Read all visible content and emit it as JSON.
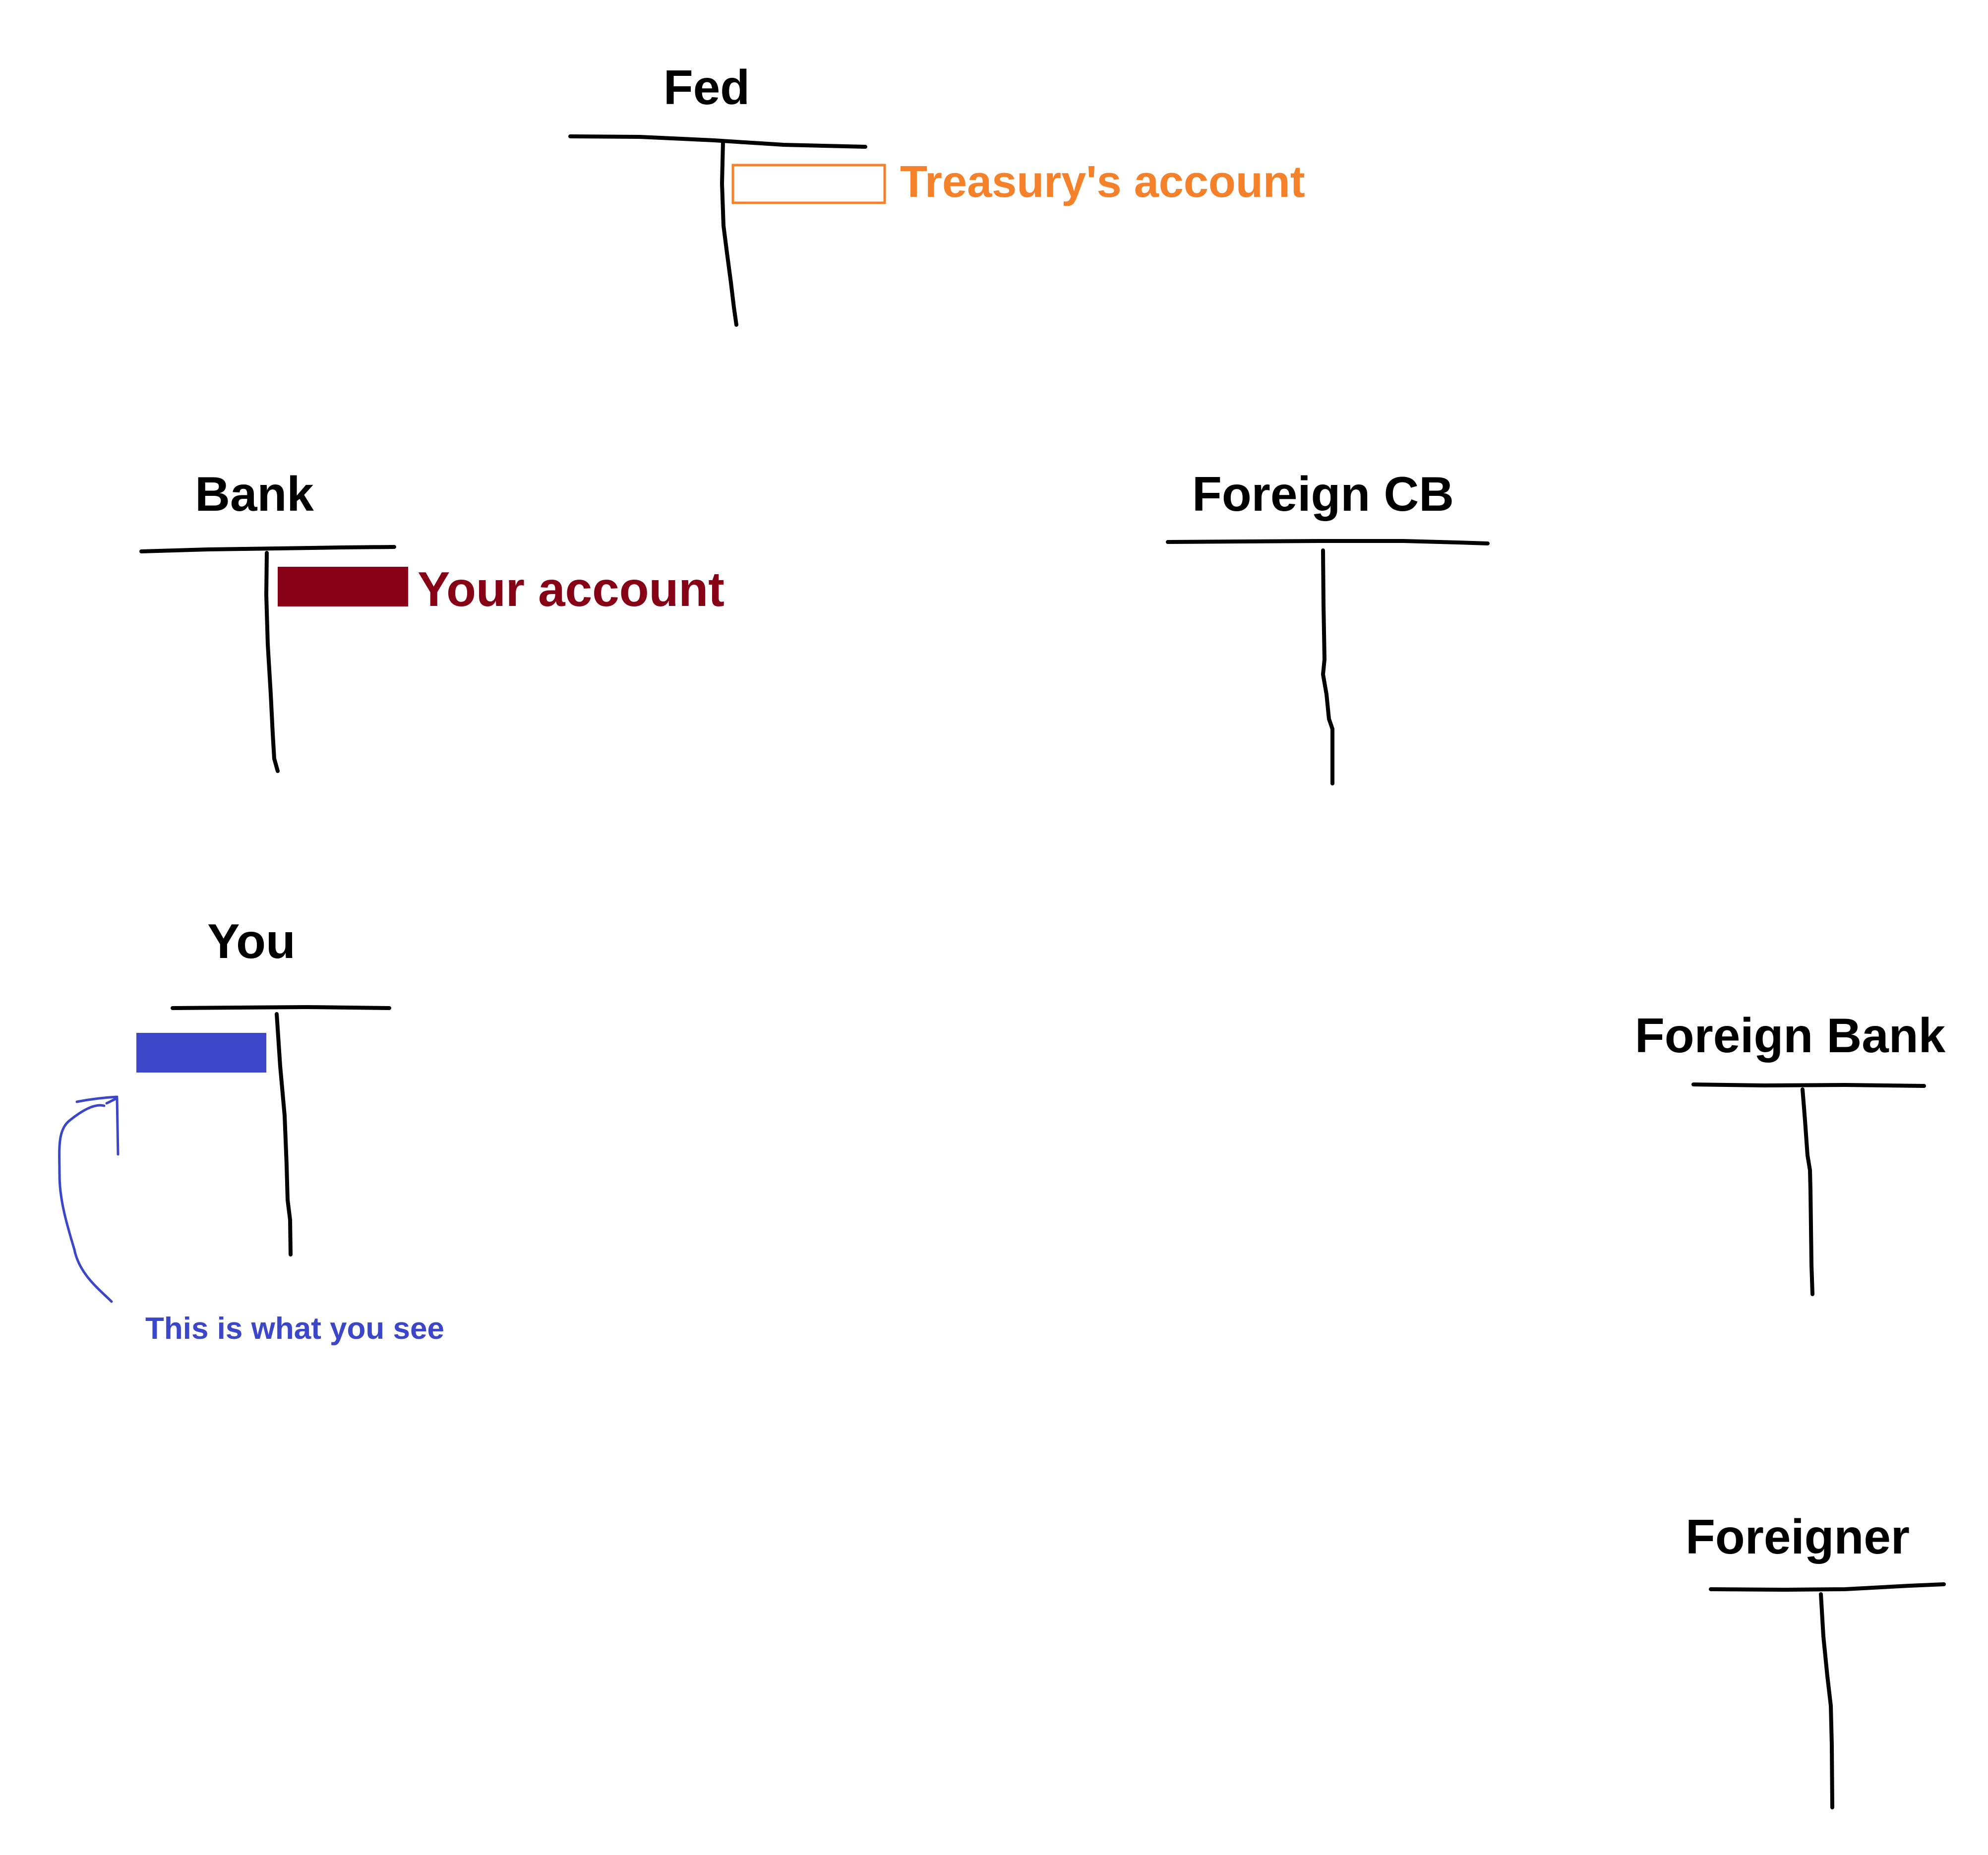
{
  "colors": {
    "treasury": "#f5822a",
    "your_account": "#860016",
    "you_see": "#3c46c8",
    "ink": "#000000"
  },
  "accounts": {
    "fed": {
      "title": "Fed",
      "label": "Treasury's account"
    },
    "bank": {
      "title": "Bank",
      "label": "Your account"
    },
    "foreign_cb": {
      "title": "Foreign CB"
    },
    "you": {
      "title": "You",
      "annotation": "This is what you see"
    },
    "foreign_bank": {
      "title": "Foreign Bank"
    },
    "foreigner": {
      "title": "Foreigner"
    }
  }
}
